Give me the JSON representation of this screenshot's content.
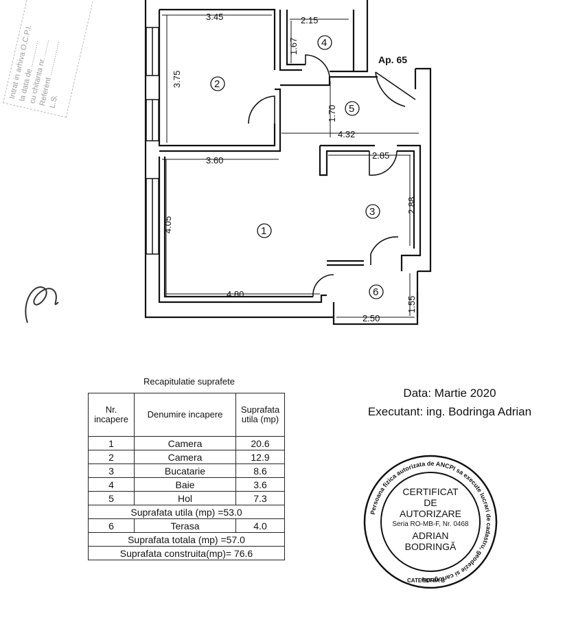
{
  "plan": {
    "apartment_label": "Ap. 65",
    "dimensions": [
      "3.45",
      "2.15",
      "1.67",
      "3.75",
      "1.70",
      "4.32",
      "3.60",
      "2.85",
      "2.88",
      "4.05",
      "4.80",
      "1.55",
      "2.50"
    ],
    "room_numbers": [
      "1",
      "2",
      "3",
      "4",
      "5",
      "6"
    ]
  },
  "summary": {
    "title": "Recapitulatie suprafete",
    "headers": [
      "Nr. incapere",
      "Denumire incapere",
      "Suprafata utila (mp)"
    ],
    "rows": [
      {
        "nr": "1",
        "name": "Camera",
        "area": "20.6"
      },
      {
        "nr": "2",
        "name": "Camera",
        "area": "12.9"
      },
      {
        "nr": "3",
        "name": "Bucatarie",
        "area": "8.6"
      },
      {
        "nr": "4",
        "name": "Baie",
        "area": "3.6"
      },
      {
        "nr": "5",
        "name": "Hol",
        "area": "7.3"
      }
    ],
    "useful_total": "Suprafata utila (mp) =53.0",
    "terrace": {
      "nr": "6",
      "name": "Terasa",
      "area": "4.0"
    },
    "total": "Suprafata totala (mp) =57.0",
    "built": "Suprafata construita(mp)= 76.6"
  },
  "info": {
    "date": "Data: Martie 2020",
    "executant": "Executant: ing. Bodringa  Adrian"
  },
  "stamp": {
    "line1": "CERTIFICAT",
    "line2": "DE",
    "line3": "AUTORIZARE",
    "series": "Seria RO-MB-F, Nr. 0468",
    "name1": "ADRIAN",
    "name2": "BODRINGĂ",
    "ring_top": "Persoana fizica autorizata de ANCPI sa execute lucrari de cadastru, geodezie si cartografie",
    "category": "CATEGORIA B"
  },
  "left_note": {
    "lines": [
      "Intrat in arhiva O.C.P.I.",
      "la data de .............",
      "cu chitanta nr. ........",
      "Referent .................",
      "L.S."
    ]
  }
}
